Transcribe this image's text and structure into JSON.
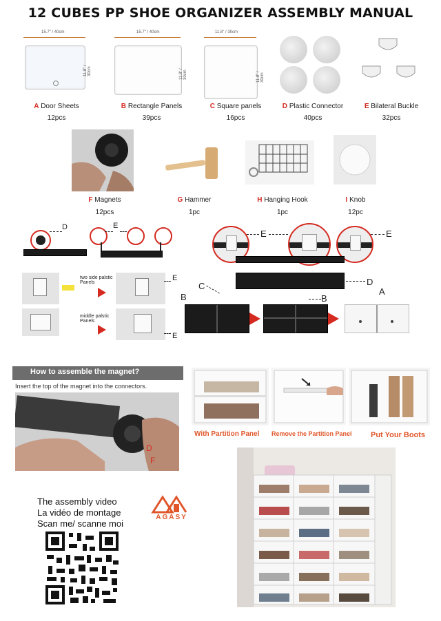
{
  "title": "12 CUBES PP SHOE ORGANIZER ASSEMBLY MANUAL",
  "dims": {
    "a_width": "15.7\" / 40cm",
    "a_height": "11.8\" / 30cm",
    "b_width": "15.7\" / 40cm",
    "b_height": "11.8\" / 30cm",
    "c_width": "11.8\" / 30cm",
    "c_height": "11.8\" / 30cm"
  },
  "parts": [
    {
      "letter": "A",
      "name": "Door Sheets",
      "qty": "12pcs"
    },
    {
      "letter": "B",
      "name": "Rectangle Panels",
      "qty": "39pcs"
    },
    {
      "letter": "C",
      "name": "Square panels",
      "qty": "16pcs"
    },
    {
      "letter": "D",
      "name": "Plastic Connector",
      "qty": "40pcs"
    },
    {
      "letter": "E",
      "name": "Bilateral Buckle",
      "qty": "32pcs"
    },
    {
      "letter": "F",
      "name": "Magnets",
      "qty": "12pcs"
    },
    {
      "letter": "G",
      "name": "Hammer",
      "qty": "1pc"
    },
    {
      "letter": "H",
      "name": "Hanging Hook",
      "qty": "1pc"
    },
    {
      "letter": "I",
      "name": "Knob",
      "qty": "12pc"
    }
  ],
  "steps": {
    "label_d": "D",
    "label_e": "E",
    "label_c": "C",
    "label_b": "B",
    "label_a": "A",
    "two_side": "two side palstic Panels",
    "middle": "middle palstic Panels"
  },
  "magnet": {
    "heading": "How to assemble the magnet?",
    "instruction": "Insert the top of the magnet into the connectors.",
    "label_d": "D",
    "label_f": "F"
  },
  "partition": {
    "with": "With Partition Panel",
    "remove": "Remove the Partition Panel",
    "boots": "Put Your Boots"
  },
  "video": {
    "line1": "The assembly video",
    "line2": "La vidéo de montage",
    "line3": "Scan me/ scanne moi"
  },
  "brand": {
    "name": "AGASY",
    "color": "#e0562a"
  }
}
